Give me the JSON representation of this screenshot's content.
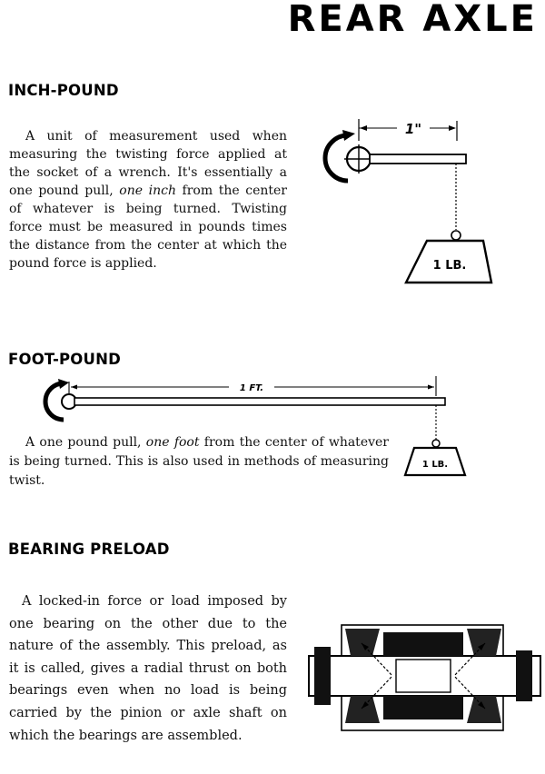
{
  "page": {
    "title": "REAR AXLE"
  },
  "sections": {
    "inch_pound": {
      "heading": "INCH-POUND",
      "text_1": "A unit of measurement used when measuring the twisting force applied at the socket of a wrench. It's essentially a one pound pull, ",
      "text_em": "one inch",
      "text_2": " from the center of whatever is being turned. Twisting force must be measured in pounds times the distance from the center at which the pound force is applied.",
      "diagram": {
        "distance_label": "1\"",
        "weight_label": "1 LB."
      }
    },
    "foot_pound": {
      "heading": "FOOT-POUND",
      "text_1": "A one pound pull, ",
      "text_em": "one foot",
      "text_2": " from the center of whatever is being turned. This is also used in methods of measuring twist.",
      "diagram": {
        "distance_label": "1 FT.",
        "weight_label": "1 LB."
      }
    },
    "bearing_preload": {
      "heading": "BEARING PRELOAD",
      "text": "A locked-in force or load imposed by one bearing on the other due to the nature of the assembly. This preload, as it is called, gives a radial thrust on both bearings even when no load is being carried by the pinion or axle shaft on which the bearings are assembled."
    }
  }
}
